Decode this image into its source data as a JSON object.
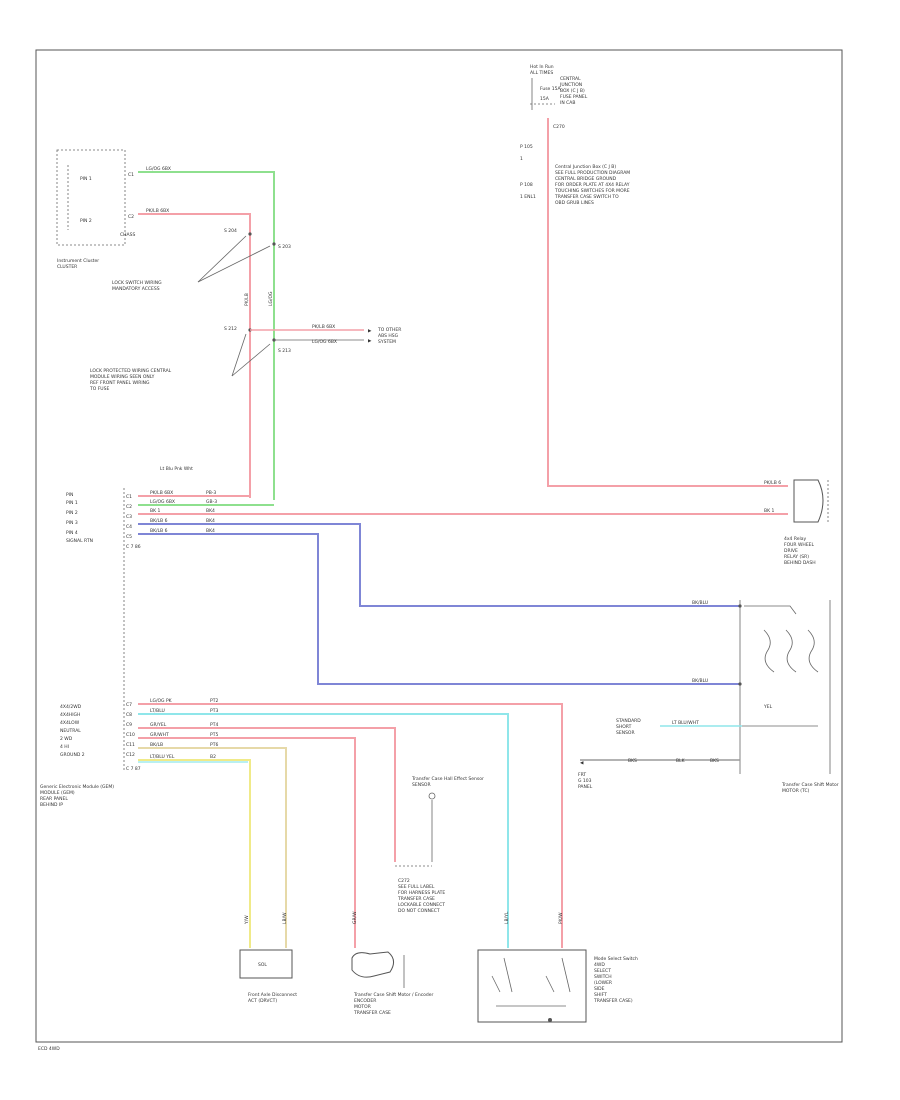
{
  "colors": {
    "pink": "#f4a0a8",
    "green": "#8ee08e",
    "blue": "#7f86d6",
    "cyan": "#8fe6ea",
    "yellow": "#f0ea88",
    "border": "#555555"
  },
  "page": {
    "ref_code": "ECD 4WD"
  },
  "labels": {
    "fuse": "Hot In Run",
    "fuse_sub": "Fuse 15A",
    "relay_note": "Central Junction Box (C J B)",
    "splice_top_1": "S 204",
    "splice_top_2": "S 203",
    "splice_mid_1": "S 212",
    "splice_mid_2": "S 213",
    "bus_note": "Lt Blu Pnk Wht",
    "module_left": "Instrument Cluster",
    "module_main": "Generic Electronic Module (GEM)",
    "switch_right": "Transfer Case Shift Motor",
    "relay_right": "4x4 Relay",
    "solenoid": "Transfer Case Hall Effect Sensor",
    "motor_bottom": "Transfer Case Shift Motor / Encoder",
    "switch_bottom": "Mode Select Switch",
    "sensor_bottom": "Front Axle Disconnect",
    "ground_note": "G 103"
  }
}
